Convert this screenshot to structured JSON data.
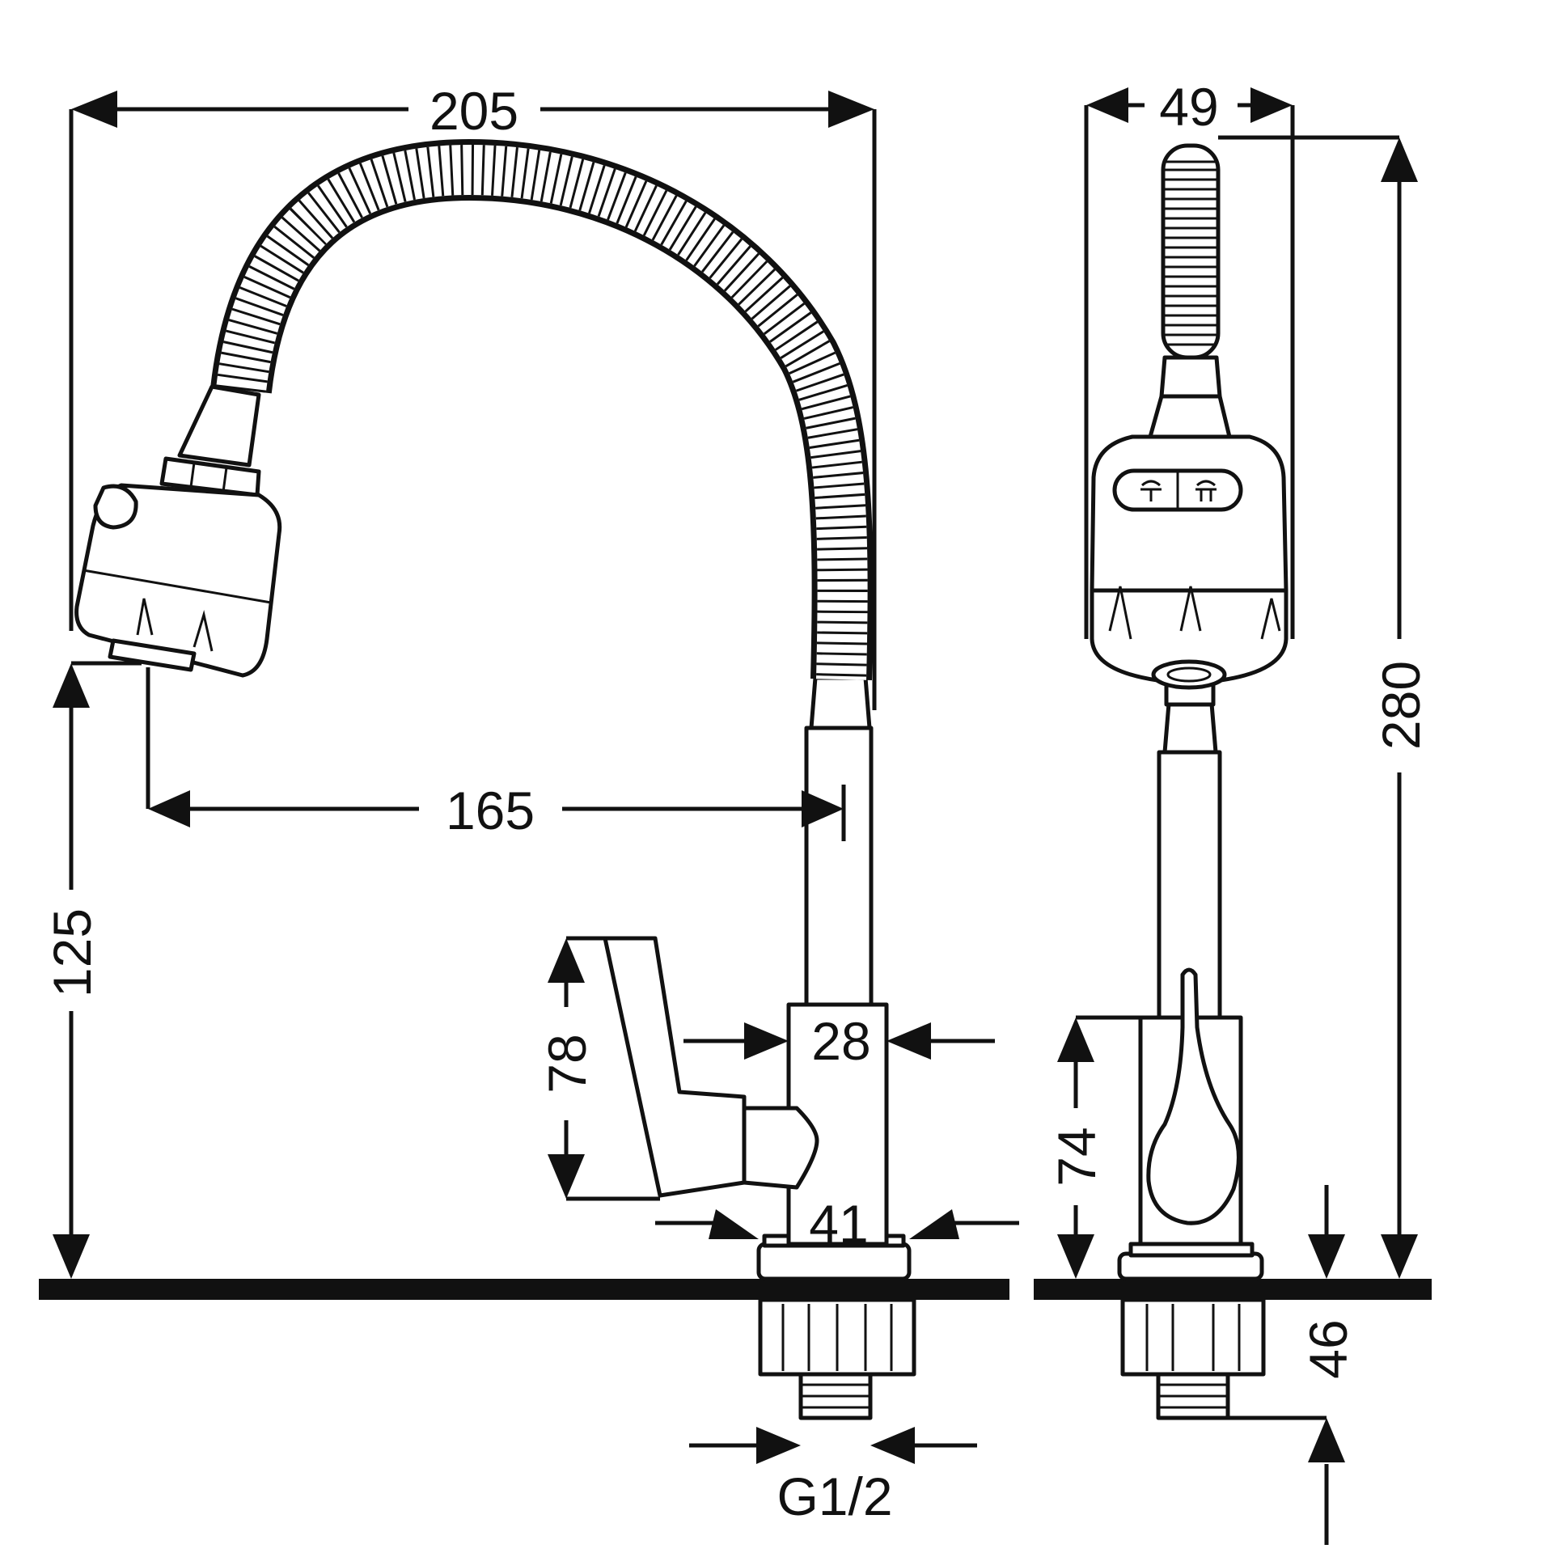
{
  "diagram": {
    "dimensions": {
      "overall_width": "205",
      "side_width": "49",
      "overall_height": "280",
      "spout_height": "125",
      "reach": "165",
      "body_width": "28",
      "handle_height": "78",
      "base_width": "41",
      "side_body_height": "74",
      "shank_length": "46",
      "thread": "G1/2"
    },
    "views": [
      "front-view",
      "side-view"
    ],
    "colors": {
      "line": "#111111",
      "background": "#ffffff"
    },
    "icons": [
      "valve-symbol-icon",
      "valve-symbol-icon"
    ]
  }
}
